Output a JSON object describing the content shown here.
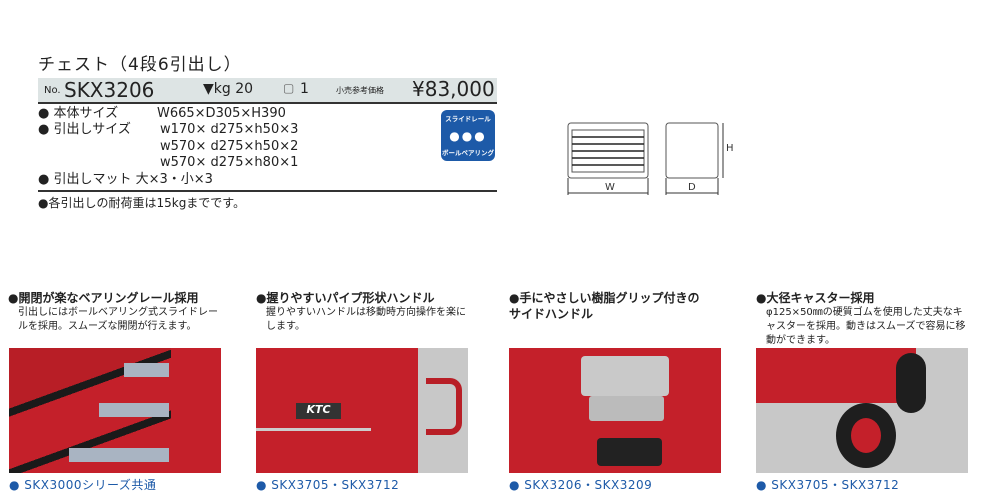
{
  "title": "チェスト（4段6引出し）",
  "bar": {
    "no_label": "No.",
    "model": "SKX3206",
    "weight": "▼kg 20",
    "qty_icon": "box-icon",
    "qty": "1",
    "price_label": "小売参考価格",
    "price": "¥83,000"
  },
  "specs": {
    "body_label": "● 本体サイズ",
    "body_value": "W665×D305×H390",
    "drawer_label": "● 引出しサイズ",
    "drawer_values": [
      "w170× d275×h50×3",
      "w570× d275×h50×2",
      "w570× d275×h80×1"
    ],
    "mat": "● 引出しマット 大×3・小×3"
  },
  "note": "●各引出しの耐荷重は15kgまでです。",
  "badge": {
    "top": "スライドレール",
    "bottom": "ボールベアリング"
  },
  "diagram": {
    "w": "W",
    "d": "D",
    "h": "H"
  },
  "features": [
    {
      "heading": "●開閉が楽なベアリングレール採用",
      "desc": "引出しにはボールベアリング式スライドレールを採用。スムーズな開閉が行えます。",
      "caption": "● SKX3000シリーズ共通"
    },
    {
      "heading": "●握りやすいパイプ形状ハンドル",
      "desc": "握りやすいハンドルは移動時方向操作を楽にします。",
      "caption": "● SKX3705・SKX3712"
    },
    {
      "heading": "●手にやさしい樹脂グリップ付きのサイドハンドル",
      "desc": "",
      "caption": "● SKX3206・SKX3209"
    },
    {
      "heading": "●大径キャスター採用",
      "desc": "φ125×50㎜の硬質ゴムを使用した丈夫なキャスターを採用。動きはスムーズで容易に移動ができます。",
      "caption": "● SKX3705・SKX3712"
    }
  ],
  "colors": {
    "red": "#c4202a",
    "blue": "#1d5aa8",
    "gray": "#c8c8c8"
  }
}
